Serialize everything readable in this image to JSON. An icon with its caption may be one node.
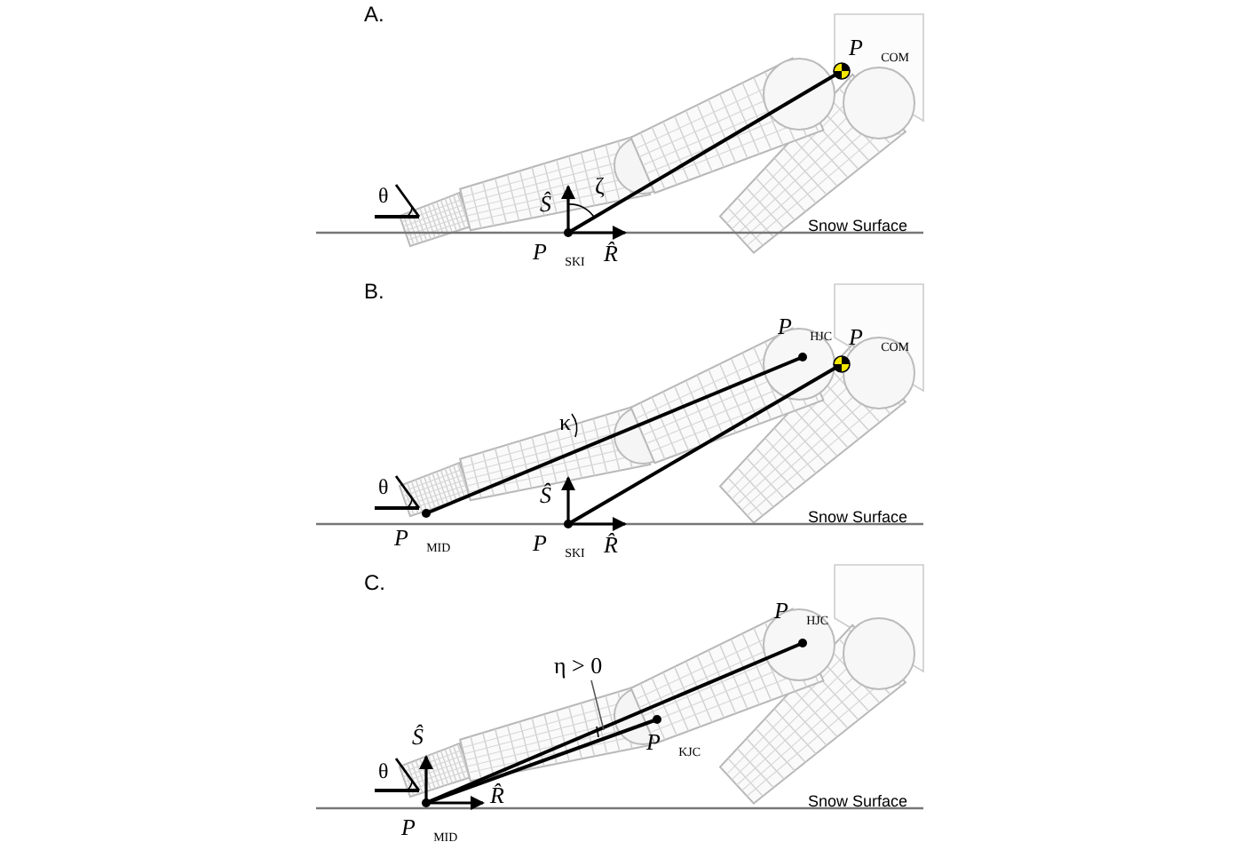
{
  "diagram": {
    "nodes": [
      {
        "text": [
          "*P⃗*$_{COM}$"
        ]
      },
      {
        "text": [
          "*P⃗*$_{SKI}$"
        ]
      },
      {
        "text": [
          "*P⃗*$_{HJC}$"
        ]
      },
      {
        "text": [
          "*P⃗*$_{COM}$"
        ]
      },
      {
        "text": [
          "*P⃗*$_{MID}$"
        ]
      },
      {
        "text": [
          "*P⃗*$_{SKI}$"
        ]
      },
      {
        "text": [
          "*P⃗*$_{HJC}$"
        ]
      },
      {
        "text": [
          "η > 0"
        ]
      },
      {
        "text": [
          "*P⃗*$_{KJC}$"
        ]
      },
      {
        "text": [
          "*P⃗*$_{MID}$"
        ]
      }
    ],
    "edges": [
      {
        "from": 1,
        "to": 0,
        "arrow": "none"
      },
      {
        "from": 4,
        "to": 2,
        "arrow": "none"
      },
      {
        "from": 5,
        "to": 3,
        "arrow": "none"
      },
      {
        "from": 9,
        "to": 6,
        "arrow": "none"
      },
      {
        "from": 9,
        "to": 8,
        "arrow": "none"
      },
      {
        "from": 7,
        "to": null,
        "arrow": "none"
      }
    ],
    "labels": [
      "A.",
      "θ",
      "ζ",
      "Ŝ",
      "R̂",
      "Snow Surface",
      "B.",
      "θ",
      "κ",
      "Ŝ",
      "R̂",
      "Snow Surface",
      "C.",
      "θ",
      "Ŝ",
      "R̂",
      "Snow Surface"
    ]
  }
}
